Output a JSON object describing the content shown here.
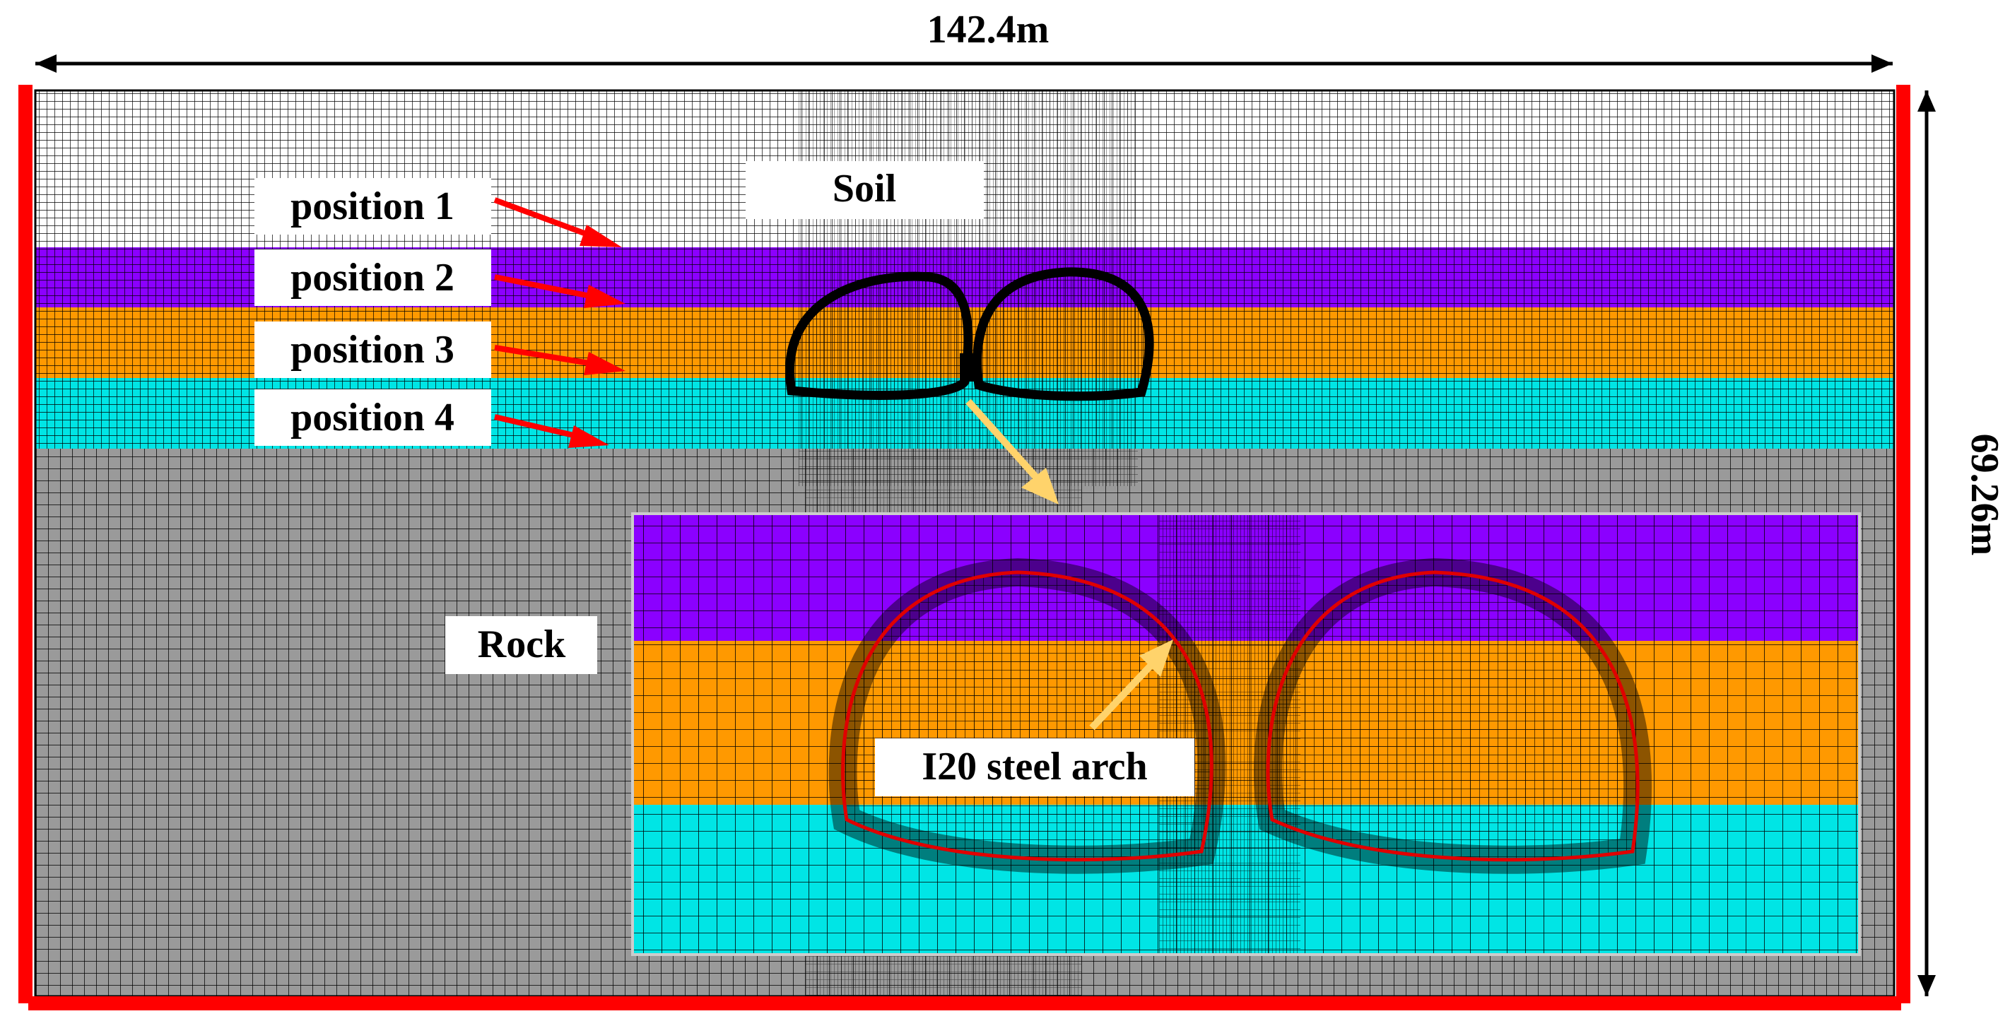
{
  "dimensions": {
    "width_label": "142.4m",
    "height_label": "69.26m"
  },
  "labels": {
    "soil": "Soil",
    "rock": "Rock",
    "steel_arch": "I20 steel arch",
    "positions": [
      "position 1",
      "position 2",
      "position 3",
      "position 4"
    ]
  },
  "colors": {
    "soil_mesh": "#ffffff",
    "layer_2": "#8b00ff",
    "layer_3": "#ff9900",
    "layer_4": "#00e5e5",
    "rock_mesh": "#9a9a9a",
    "boundary_constraint": "#ff0000",
    "tunnel_lining": "#000000",
    "steel_arch_line": "#e00000",
    "callout_arrow": "#ffd36b",
    "position_arrow": "#ff0000"
  }
}
